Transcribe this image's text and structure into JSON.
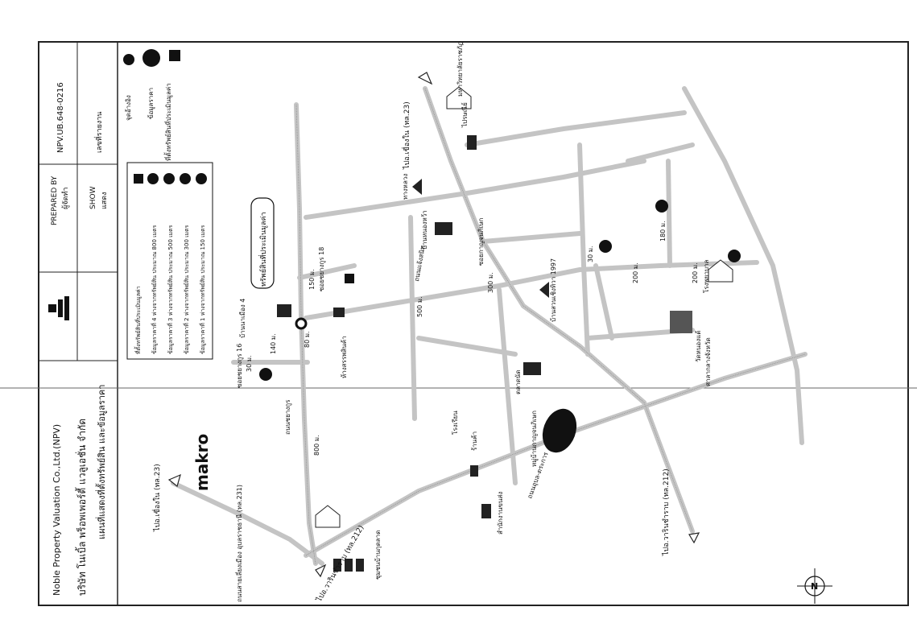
{
  "document": {
    "company_th": "บริษัท โนเบิ้ล พร็อพเพอร์ตี้ แวลูเอชั่น จำกัด",
    "company_en": "Noble Property Valuation Co.,Ltd.(NPV)",
    "title_th": "แผนที่แสดงที่ตั้งทรัพย์สิน และข้อมูลราคา",
    "show_th": "แสดง",
    "show_en": "SHOW",
    "prepared_th": "ผู้จัดทำ",
    "prepared_en": "PREPARED BY",
    "jobno_th": "เลขที่รายงาน",
    "jobno": "NPV.UB.648-0216",
    "legend_subject": "ที่ตั้งทรัพย์สินที่ประเมินมูลค่า",
    "legend_comp": "ข้อมูลราคา",
    "legend_landmark": "จุดอ้างอิง"
  },
  "map": {
    "subject_callout": "ทรัพย์สินที่ประเมินมูลค่า",
    "makro": "makro",
    "dest_top": "ไปอ.เขื่องใน (ทล.23)",
    "dest_bottom_left": "ไปอ.เขื่องใน (ทล.23)",
    "dest_right": "ไปอ.วารินชำราบ (ทล.212)",
    "dest_bottom": "ไปอ.วารินชำราบ (ทล.212)",
    "dest_bottom2": "ถนนสายเลี่ยงเมือง อุบลราชธานี (ทล.231)",
    "road_soi18": "ซอยชยางกูร 18",
    "road_soi16": "ซอยชยางกูร 16",
    "road_chayangkun": "ถนนชยางกูร",
    "road_tangsang": "ถนนแจ้งสนิท",
    "road_ubon": "ถนนอุบล-ตระการ",
    "road_soi": "ซอยกาญจนภิเษก",
    "dist_150": "150 ม.",
    "dist_140": "140 ม.",
    "dist_30": "30 ม.",
    "dist_80": "80 ม.",
    "dist_300": "300 ม.",
    "dist_500": "500 ม.",
    "dist_800": "800 ม.",
    "dist_200": "200 ม.",
    "dist_200b": "200 ม.",
    "dist_180": "180 ม.",
    "dist_30b": "30 ม.",
    "poi_school": "บ้านหนองหว้า",
    "poi_temp": "วัดหนองแต้",
    "poi_kanchana": "หมู่บ้านกาญจนภิเษก",
    "poi_market": "ตลาดนัด",
    "poi_1997": "บ้านสวนเชิงทิวา 1997",
    "poi_hosp": "โรงพยาบาล",
    "poi_office": "สำนักงานขนส่ง",
    "poi_post": "ไปรษณีย์",
    "poi_uni": "มหาวิทยาลัยราชภัฏ",
    "poi_highway": "ทางหลวง",
    "poi_village4": "บ้านนาเมือง 4",
    "poi_shop": "ร้านค้า",
    "poi_school2": "โรงเรียน",
    "poi_gov": "ศาลากลางจังหวัด",
    "poi_hotel": "ชุมชนบ้านกุดลาด",
    "poi_mall": "ห้างสรรพสินค้า",
    "legend_box": [
      "ข้อมูลราคาที่ 1 ห่างจากทรัพย์สิน ประมาณ 150 เมตร",
      "ข้อมูลราคาที่ 2 ห่างจากทรัพย์สิน ประมาณ 300 เมตร",
      "ข้อมูลราคาที่ 3 ห่างจากทรัพย์สิน ประมาณ 500 เมตร",
      "ข้อมูลราคาที่ 4 ห่างจากทรัพย์สิน ประมาณ 800 เมตร",
      "ที่ตั้งทรัพย์สินที่ประเมินมูลค่า"
    ],
    "compass": "N",
    "colors": {
      "road": "#c8c8c8",
      "road_edge": "#9a9a9a",
      "ink": "#111111"
    }
  }
}
